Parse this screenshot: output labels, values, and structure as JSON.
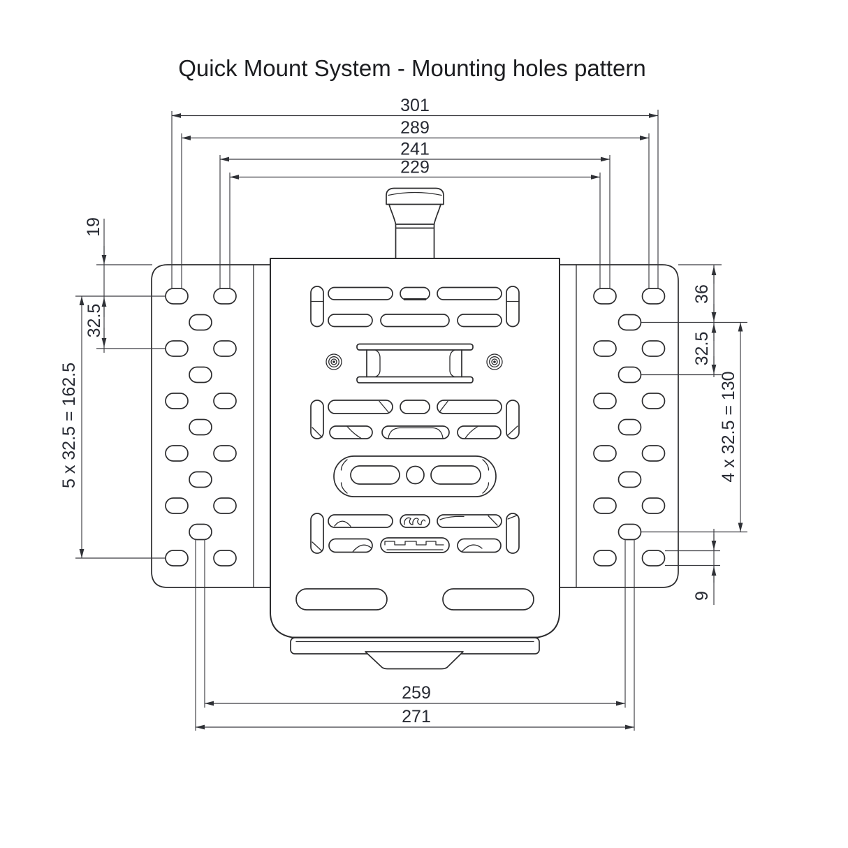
{
  "title": "Quick Mount System - Mounting holes pattern",
  "dimensions": {
    "top": [
      "301",
      "289",
      "241",
      "229"
    ],
    "bottom": [
      "259",
      "271"
    ],
    "left": {
      "edge_to_first_hole": "19",
      "hole_pitch": "32.5",
      "pitch_total": "5 x 32.5 = 162.5"
    },
    "right": {
      "edge_to_first_hole": "36",
      "hole_pitch": "32.5",
      "pitch_total": "4 x 32.5 = 130",
      "slot_height": "9"
    }
  },
  "colors": {
    "line": "#2c2c2e",
    "dimension_line": "#3a3b40",
    "dimension_text": "#272a33",
    "title_text": "#1c1d20",
    "background": "#ffffff"
  }
}
